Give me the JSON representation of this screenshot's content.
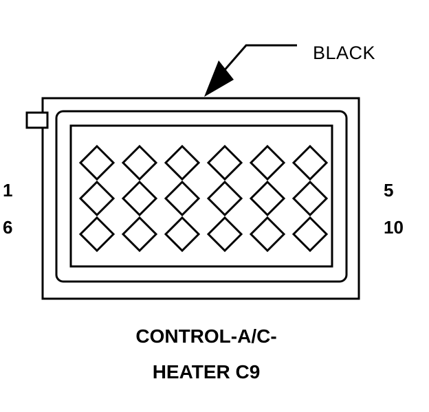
{
  "connector": {
    "color": "BLACK",
    "pin_labels": {
      "top_left": "1",
      "bottom_left": "6",
      "top_right": "5",
      "bottom_right": "10"
    },
    "title_line1": "CONTROL-A/C-",
    "title_line2": "HEATER C9",
    "rows": 3,
    "columns": 6
  }
}
